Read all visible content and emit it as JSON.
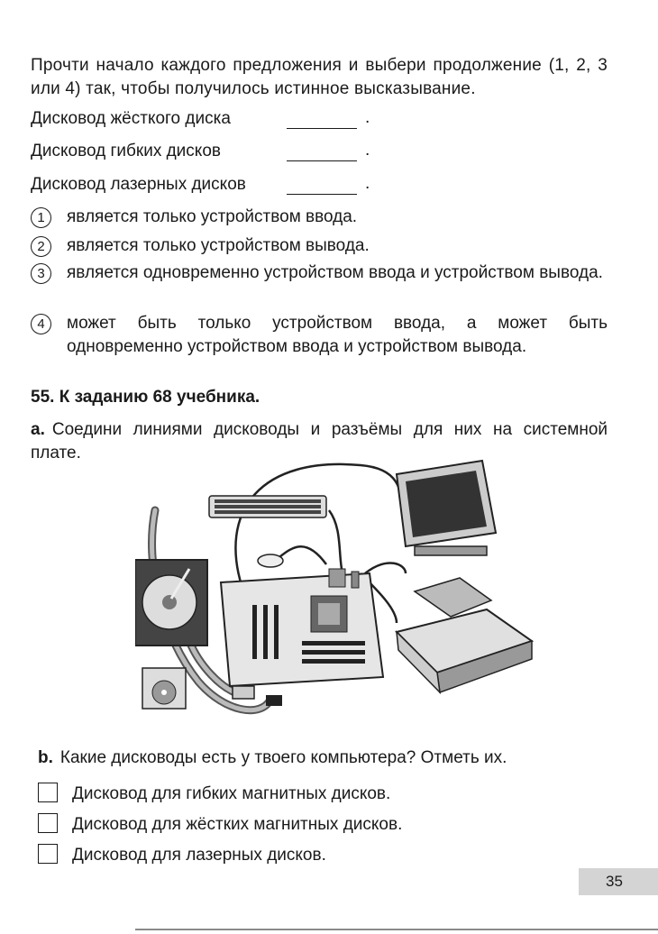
{
  "intro_text": "Прочти начало каждого предложения и выбери продолжение (1, 2, 3 или 4) так, чтобы получилось истинное высказывание.",
  "fill_items": [
    {
      "label": "Дисковод жёсткого диска",
      "dot": "."
    },
    {
      "label": "Дисковод гибких дисков",
      "dot": "."
    },
    {
      "label": "Дисковод лазерных дисков",
      "dot": "."
    }
  ],
  "options": [
    {
      "num": "1",
      "text": "является только устройством ввода."
    },
    {
      "num": "2",
      "text": "является только устройством вывода."
    },
    {
      "num": "3",
      "text": "является одновременно устройством ввода и устройством вывода."
    },
    {
      "num": "4",
      "text": "может быть только устройством ввода, а может быть одновременно устройством ввода и устройством вывода."
    }
  ],
  "task_heading": "55. К заданию 68 учебника.",
  "task_a": {
    "letter": "a.",
    "text": "Соедини линиями дисководы и разъёмы для них на системной плате."
  },
  "task_b": {
    "letter": "b.",
    "text": "Какие дисководы есть у твоего компьютера? Отметь их."
  },
  "checklist": [
    "Дисковод для гибких магнитных дисков.",
    "Дисковод для жёстких магнитных дисков.",
    "Дисковод для лазерных дисков."
  ],
  "page_number": "35"
}
